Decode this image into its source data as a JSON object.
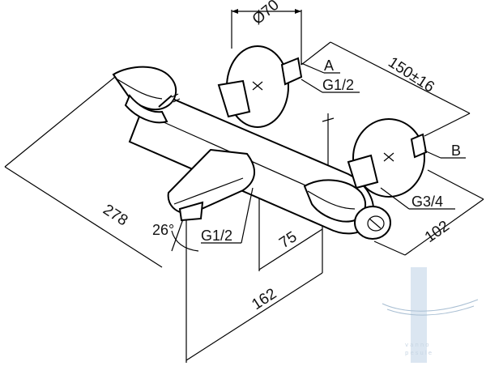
{
  "diagram": {
    "labels": {
      "diameter": "Ø70",
      "center_spacing": "150±16",
      "connection_a": "A",
      "connection_a_thread": "G1/2",
      "connection_b": "B",
      "connection_b_thread": "G3/4",
      "depth": "102",
      "total_length": "278",
      "spout_angle": "26°",
      "spout_thread": "G1/2",
      "spout_offset": "75",
      "spout_length": "162"
    },
    "watermark": {
      "text_top": "vanno",
      "text_bottom": "pesule",
      "colors": {
        "bar": "#dbe6f1",
        "arc": "#a9bfd3"
      }
    }
  }
}
